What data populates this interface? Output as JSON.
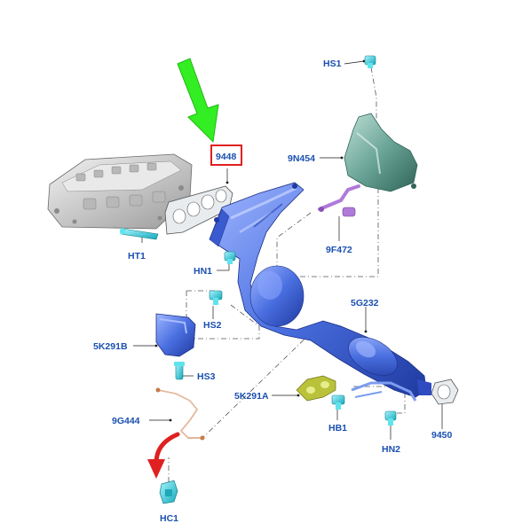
{
  "labels": {
    "hs1": "HS1",
    "n9448": "9448",
    "n9n454": "9N454",
    "ht1": "HT1",
    "hn1": "HN1",
    "n9f472": "9F472",
    "hs2": "HS2",
    "n5g232": "5G232",
    "n5k291b": "5K291B",
    "hs3": "HS3",
    "n5k291a": "5K291A",
    "n9g444": "9G444",
    "hb1": "HB1",
    "hn2": "HN2",
    "n9450": "9450",
    "hc1": "HC1"
  },
  "colors": {
    "label_text": "#1a4fb0",
    "part_blue": "#4a6fe0",
    "part_cyan": "#33d6e0",
    "heat_shield": "#5e9a8c",
    "sensor_purple": "#b07ad8",
    "gasket_yellow": "#b9c23a",
    "highlight_box": "#e02020",
    "arrow_green": "#33ee22",
    "arrow_red": "#e02020"
  }
}
